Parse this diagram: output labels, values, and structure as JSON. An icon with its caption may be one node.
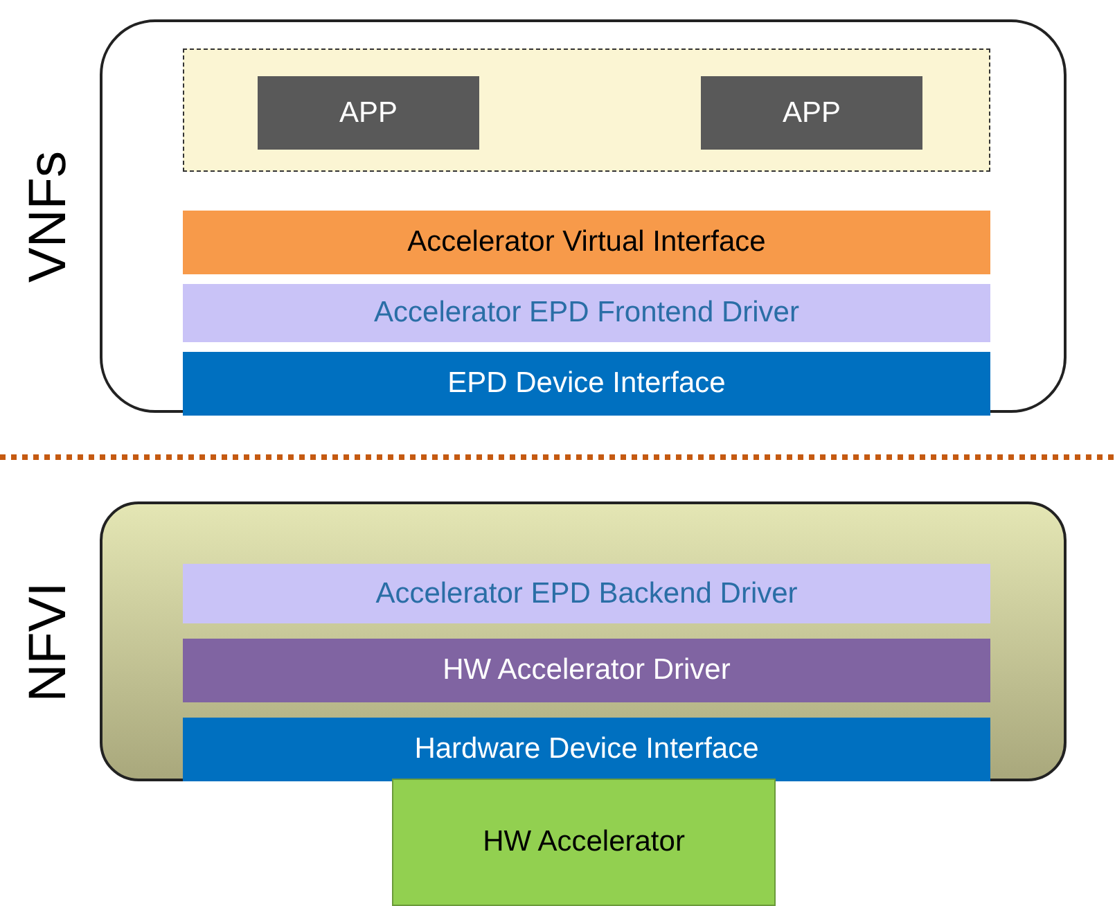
{
  "diagram": {
    "nodes": [
      {
        "text": [
          "VNFs"
        ]
      },
      {
        "text": [],
        "shape": "box",
        "in": 0
      },
      {
        "text": [
          "APP"
        ],
        "in": 1
      },
      {
        "text": [
          "APP"
        ],
        "in": 1
      },
      {
        "text": [
          "Accelerator Virtual Interface"
        ],
        "in": 0
      },
      {
        "text": [
          "Accelerator EPD Frontend Driver"
        ],
        "in": 0
      },
      {
        "text": [
          "EPD Device Interface"
        ],
        "in": 0
      },
      {
        "text": [
          "NFVI"
        ]
      },
      {
        "text": [
          "Accelerator EPD Backend Driver"
        ],
        "in": 7
      },
      {
        "text": [
          "HW Accelerator Driver"
        ],
        "in": 7
      },
      {
        "text": [
          "Hardware Device Interface"
        ],
        "in": 7
      },
      {
        "text": [
          "HW Accelerator"
        ]
      }
    ],
    "edges": []
  }
}
